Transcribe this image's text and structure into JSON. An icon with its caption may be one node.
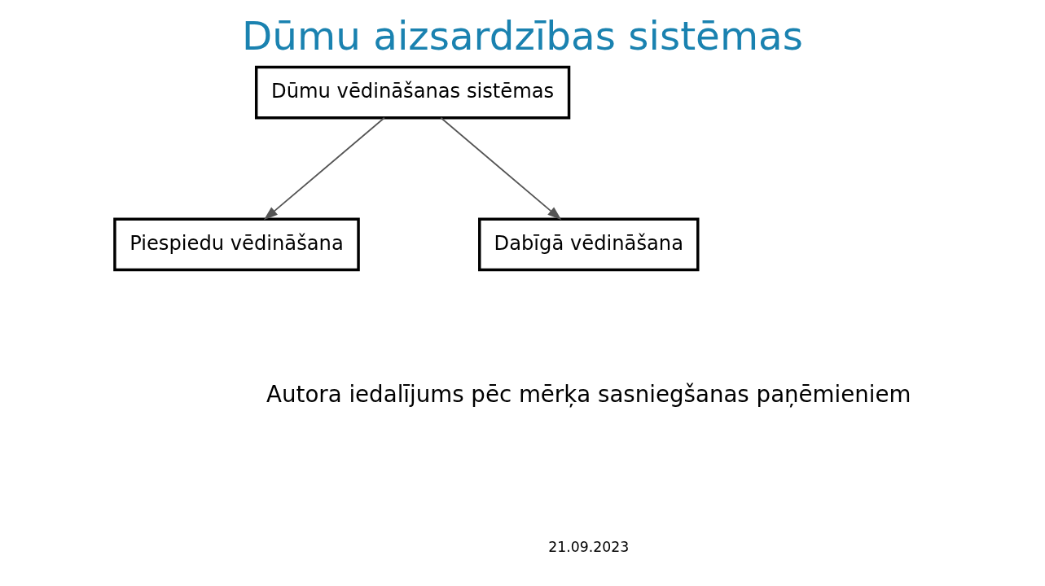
{
  "diagram": {
    "title": "Dūmu aizsardzības sistēmas",
    "nodes": [
      {
        "text": [
          "Dūmu vēdināšanas sistēmas"
        ]
      },
      {
        "text": [
          "Piespiedu vēdināšana"
        ]
      },
      {
        "text": [
          "Dabīgā vēdināšana"
        ]
      }
    ],
    "edges": [
      {
        "from": 0,
        "to": 1,
        "arrow": "to"
      },
      {
        "from": 0,
        "to": 2,
        "arrow": "to"
      }
    ],
    "labels": [
      "Autora iedalījums pēc mērķa sasniegšanas paņēmieniem",
      "21.09.2023"
    ]
  }
}
